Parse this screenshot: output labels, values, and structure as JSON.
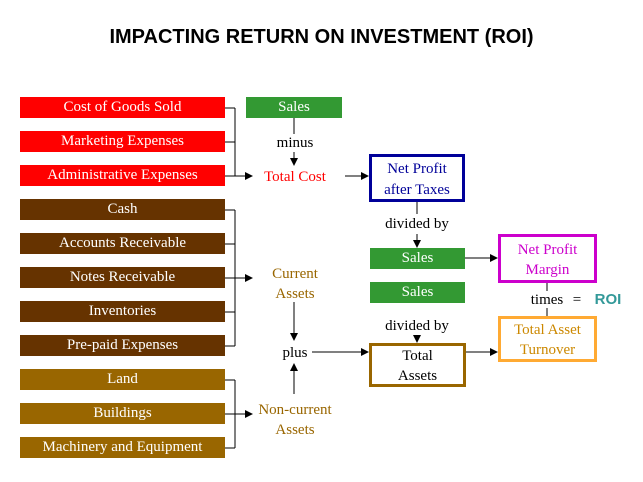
{
  "title": "IMPACTING RETURN ON INVESTMENT (ROI)",
  "costs": [
    "Cost of Goods Sold",
    "Marketing Expenses",
    "Administrative Expenses"
  ],
  "current_assets": [
    "Cash",
    "Accounts Receivable",
    "Notes Receivable",
    "Inventories",
    "Pre-paid Expenses"
  ],
  "noncurrent_assets": [
    "Land",
    "Buildings",
    "Machinery and Equipment"
  ],
  "sales_top": "Sales",
  "minus": "minus",
  "total_cost": "Total Cost",
  "current_assets_label": "Current\nAssets",
  "plus": "plus",
  "noncurrent_label": "Non-current\nAssets",
  "net_profit_after_taxes": "Net Profit\nafter Taxes",
  "divided_by_1": "divided by",
  "sales_mid_1": "Sales",
  "sales_mid_2": "Sales",
  "divided_by_2": "divided by",
  "total_assets": "Total\nAssets",
  "net_profit_margin": "Net Profit\nMargin",
  "times": "times",
  "equals": "=",
  "roi": "ROI",
  "total_asset_turnover": "Total Asset\nTurnover",
  "colors": {
    "cost_bar": "#ff0000",
    "current_bar": "#663300",
    "noncurrent_bar": "#996600",
    "sales_bar": "#339933",
    "net_profit_border": "#000099",
    "total_assets_border": "#996600",
    "npm_border": "#cc00cc",
    "npm_text": "#cc00cc",
    "tat_border": "#ffaa33",
    "tat_text": "#cc8800",
    "total_cost_text": "#ff0000",
    "roi_text": "#339999"
  }
}
